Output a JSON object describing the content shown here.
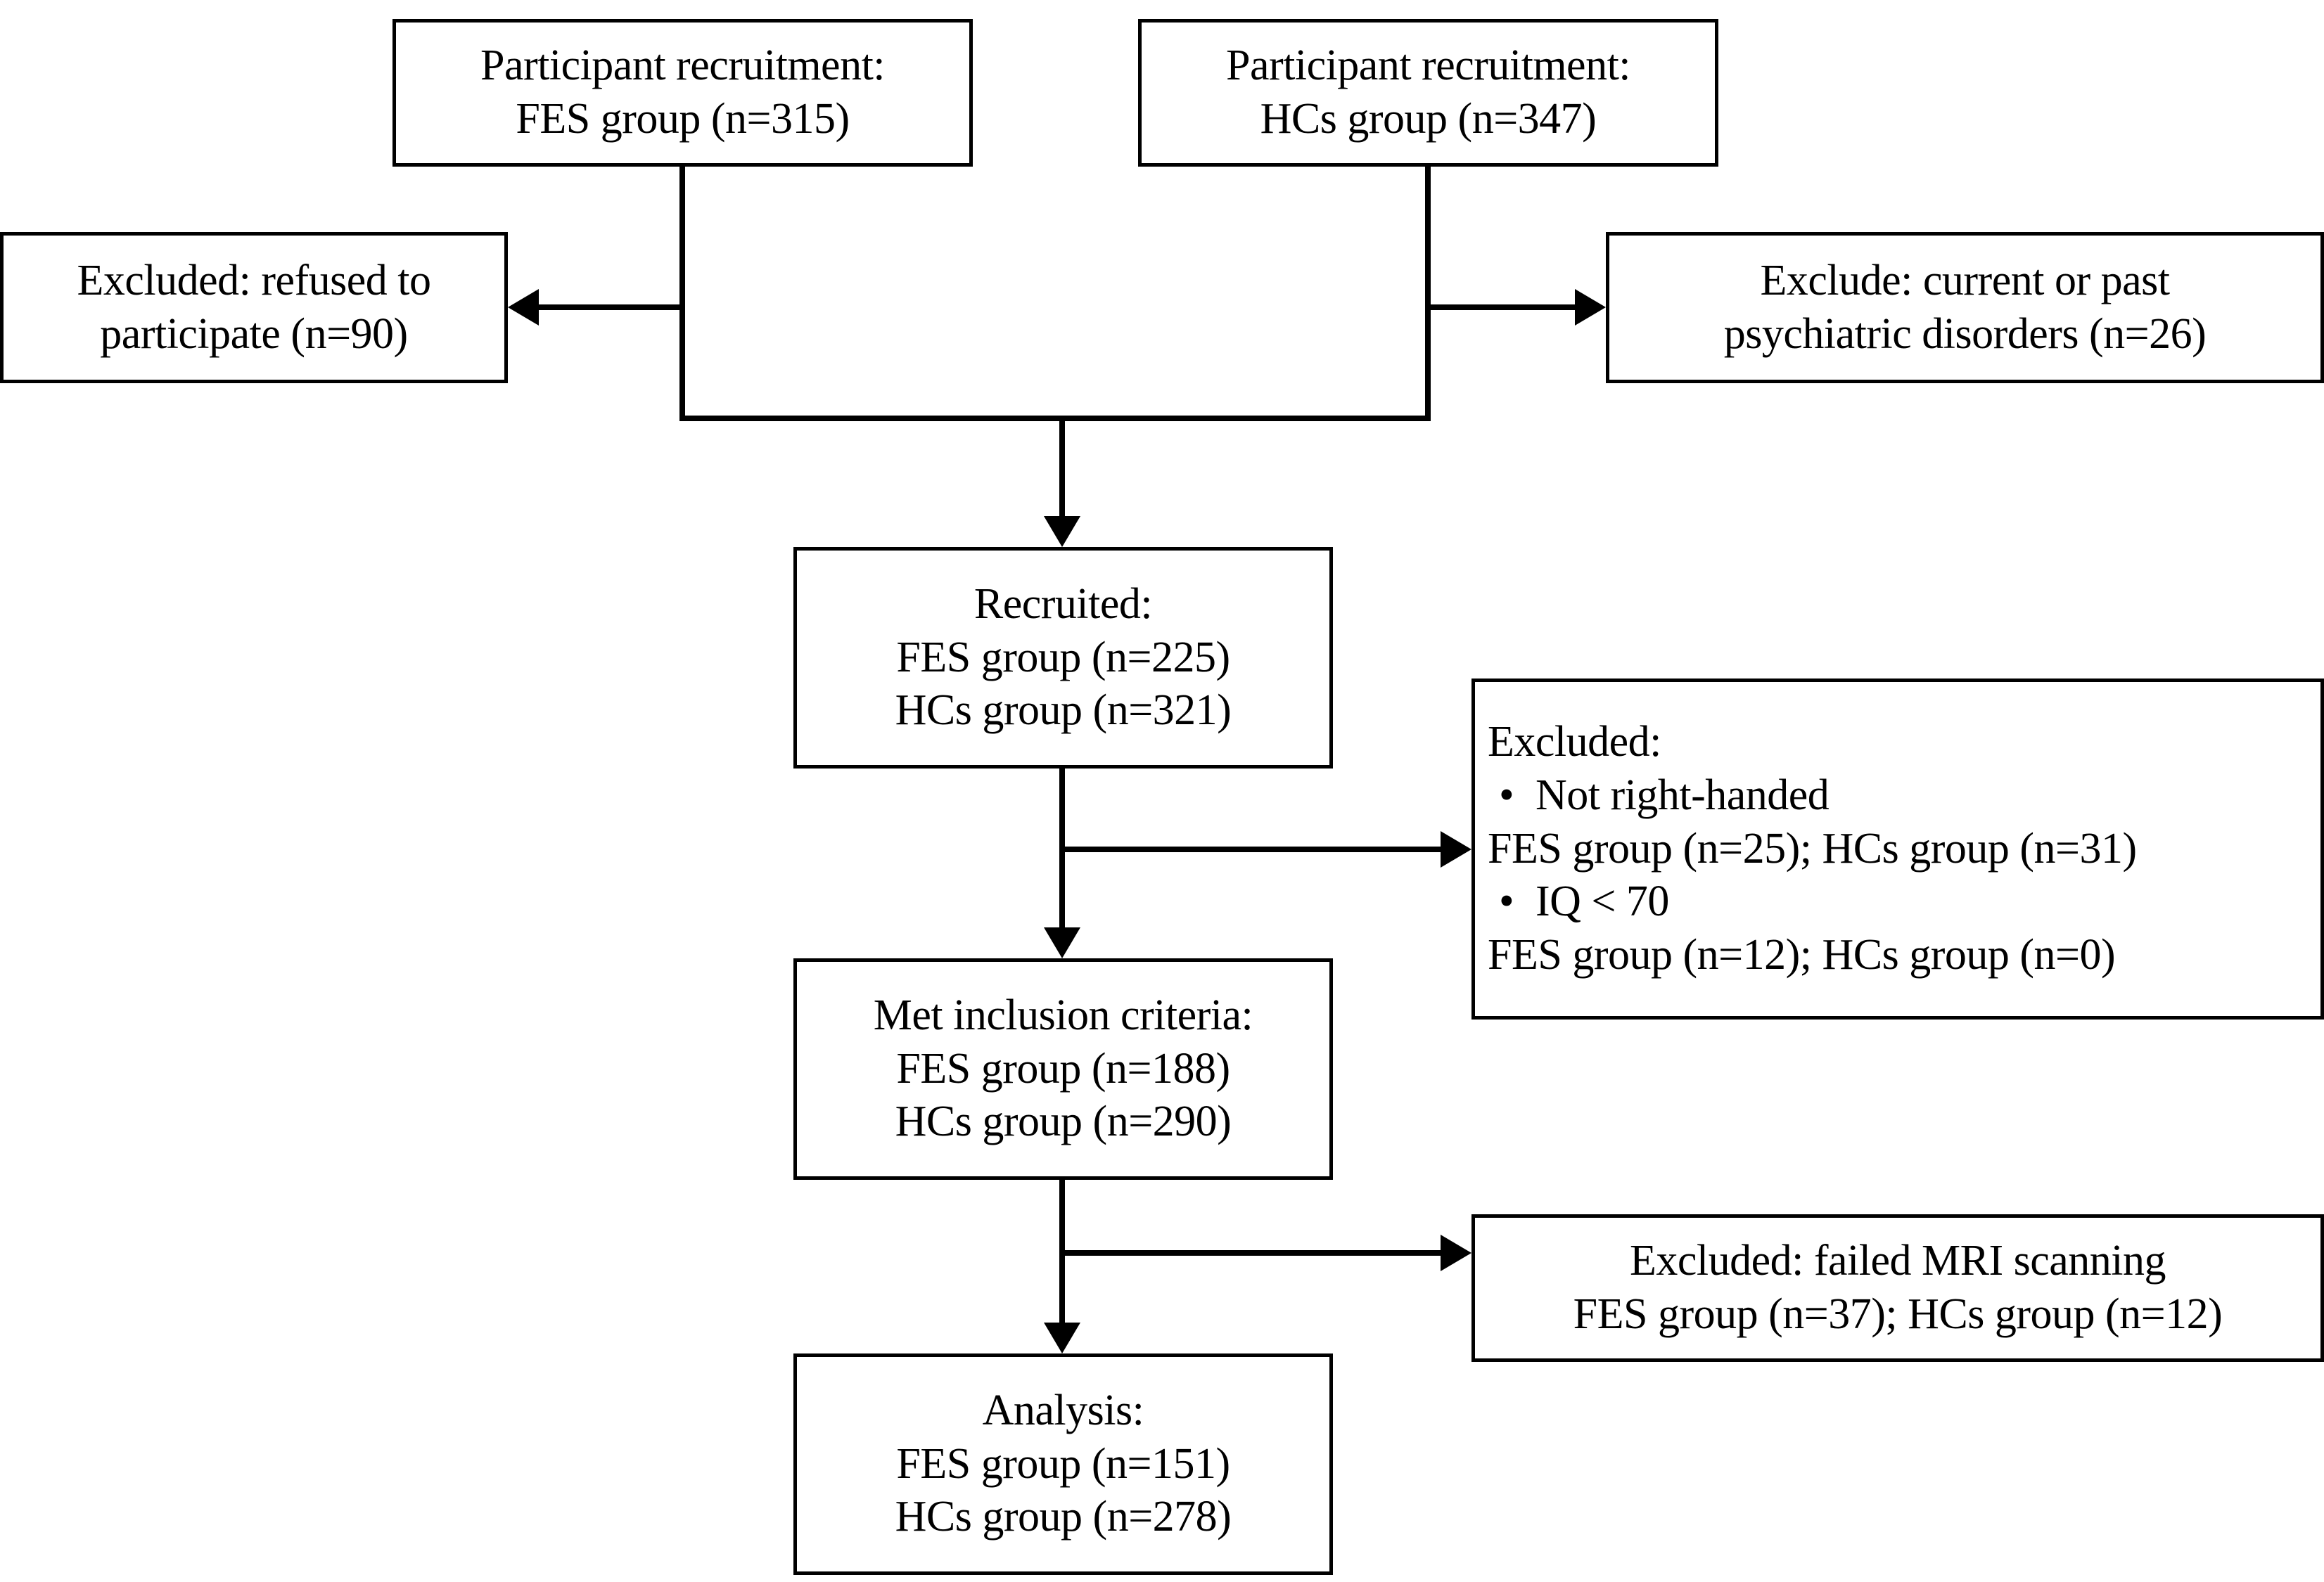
{
  "diagram": {
    "type": "flowchart",
    "title": "Participant recruitment and exclusion flow diagram",
    "style": {
      "line_color": "#000000",
      "box_fill": "#ffffff",
      "text_color": "#000000"
    }
  },
  "nodes": {
    "recruit_fes": {
      "lines": [
        "Participant recruitment:",
        "FES group (n=315)"
      ]
    },
    "recruit_hcs": {
      "lines": [
        "Participant recruitment:",
        "HCs group (n=347)"
      ]
    },
    "excluded_refused": {
      "lines": [
        "Excluded: refused to",
        "participate (n=90)"
      ]
    },
    "excluded_psych": {
      "lines": [
        "Exclude: current or past",
        "psychiatric disorders (n=26)"
      ]
    },
    "recruited": {
      "lines": [
        "Recruited:",
        "FES group (n=225)",
        "HCs group (n=321)"
      ]
    },
    "excluded_criteria": {
      "header": "Excluded:",
      "bullet1": "Not right-handed",
      "bullet1_counts": "FES group (n=25); HCs group (n=31)",
      "bullet2": "IQ < 70",
      "bullet2_counts": "FES group (n=12); HCs group (n=0)",
      "bullet_glyph": "•"
    },
    "met_inclusion": {
      "lines": [
        "Met inclusion criteria:",
        "FES group (n=188)",
        "HCs group (n=290)"
      ]
    },
    "excluded_mri": {
      "lines": [
        "Excluded: failed MRI scanning",
        "FES group (n=37); HCs group (n=12)"
      ]
    },
    "analysis": {
      "lines": [
        "Analysis:",
        "FES group (n=151)",
        "HCs group (n=278)"
      ]
    }
  },
  "counts": {
    "fes_recruited_initial": 315,
    "hcs_recruited_initial": 347,
    "fes_refused": 90,
    "hcs_psychiatric": 26,
    "fes_recruited": 225,
    "hcs_recruited": 321,
    "fes_not_right_handed": 25,
    "hcs_not_right_handed": 31,
    "fes_low_iq": 12,
    "hcs_low_iq": 0,
    "fes_met_inclusion": 188,
    "hcs_met_inclusion": 290,
    "fes_failed_mri": 37,
    "hcs_failed_mri": 12,
    "fes_analysis": 151,
    "hcs_analysis": 278
  }
}
